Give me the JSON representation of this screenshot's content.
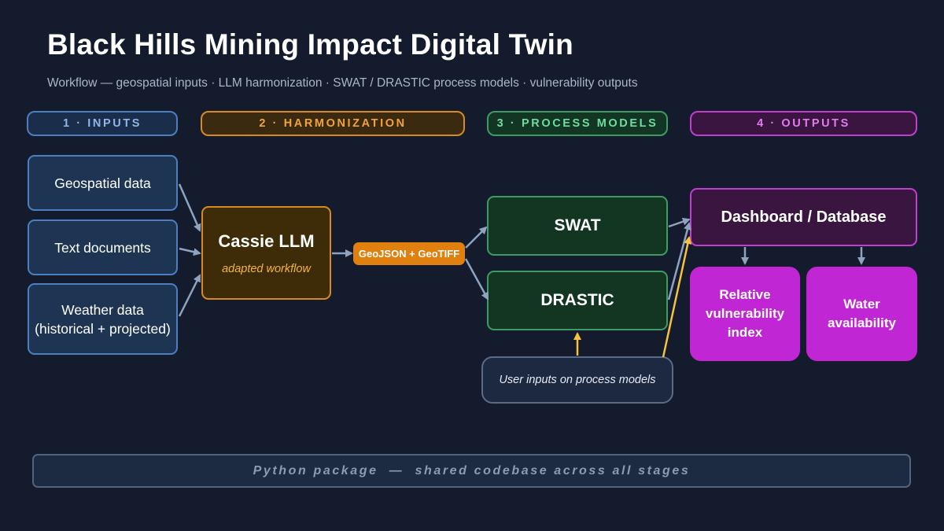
{
  "title": "Black Hills Mining Impact Digital Twin",
  "subtitle": "Workflow — geospatial inputs · LLM harmonization · SWAT / DRASTIC process models · vulnerability outputs",
  "stages": [
    {
      "label": "1 · INPUTS",
      "color": "#5b8fd6"
    },
    {
      "label": "2 · HARMONIZATION",
      "color": "#f0951c"
    },
    {
      "label": "3 · PROCESS MODELS",
      "color": "#4fd08a"
    },
    {
      "label": "4 · OUTPUTS",
      "color": "#d858e6"
    }
  ],
  "inputs": {
    "geospatial": "Geospatial data",
    "text_docs": "Text documents",
    "weather_line1": "Weather data",
    "weather_line2": "(historical + projected)"
  },
  "harmonization": {
    "llm_name": "Cassie LLM",
    "llm_sub": "adapted workflow",
    "format_badge": "GeoJSON + GeoTIFF"
  },
  "models": {
    "swat": "SWAT",
    "drastic": "DRASTIC",
    "user_inputs": "User inputs on process models"
  },
  "outputs": {
    "dashboard": "Dashboard / Database",
    "vulnerability_line1": "Relative",
    "vulnerability_line2": "vulnerability",
    "vulnerability_line3": "index",
    "water_line1": "Water",
    "water_line2": "availability"
  },
  "footer": {
    "label": "Python package  —  shared codebase across all stages"
  },
  "colors": {
    "background": "#131b2c",
    "arrow": "#8ea3bf",
    "user_arrow": "#f7c23c"
  }
}
